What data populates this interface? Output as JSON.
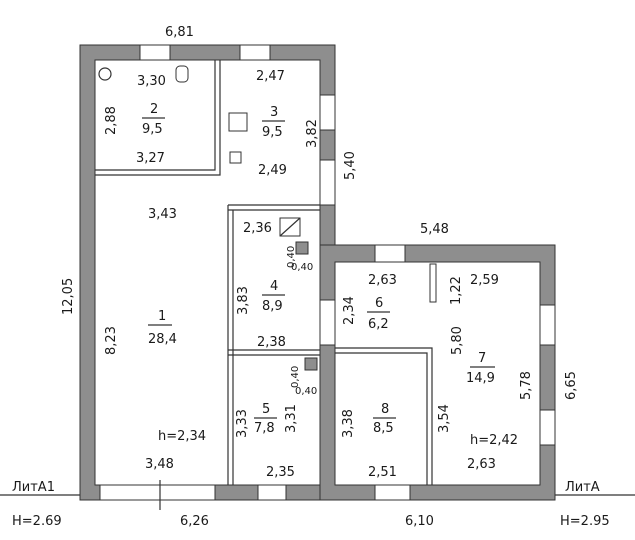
{
  "plan": {
    "overall": {
      "a1_width": "6,81",
      "a1_length": "12,05",
      "a1_bottom": "6,26",
      "a_top": "5,48",
      "a_right": "6,65",
      "a_bottom": "6,10",
      "a1_right_step": "5,40"
    },
    "liters": {
      "a1_name": "ЛитА1",
      "a1_height": "Н=2.69",
      "a_name": "ЛитА",
      "a_height": "Н=2.95"
    },
    "rooms": [
      {
        "number": "1",
        "area": "28,4",
        "dims": [
          "3,43",
          "8,23",
          "3,48"
        ],
        "height": "h=2,34"
      },
      {
        "number": "2",
        "area": "9,5",
        "dims": [
          "3,30",
          "2,88",
          "3,27"
        ]
      },
      {
        "number": "3",
        "area": "9,5",
        "dims": [
          "2,47",
          "3,82",
          "2,49"
        ]
      },
      {
        "number": "4",
        "area": "8,9",
        "dims": [
          "2,36",
          "3,83",
          "2,38",
          "0,40",
          "0,40"
        ]
      },
      {
        "number": "5",
        "area": "7,8",
        "dims": [
          "3,33",
          "3,31",
          "2,35",
          "0,40",
          "0,40"
        ]
      },
      {
        "number": "6",
        "area": "6,2",
        "dims": [
          "2,63",
          "2,34"
        ]
      },
      {
        "number": "7",
        "area": "14,9",
        "dims": [
          "2,59",
          "1,22",
          "5,80",
          "5,78",
          "2,63"
        ],
        "height": "h=2,42"
      },
      {
        "number": "8",
        "area": "8,5",
        "dims": [
          "3,38",
          "3,54",
          "2,51"
        ]
      }
    ]
  }
}
